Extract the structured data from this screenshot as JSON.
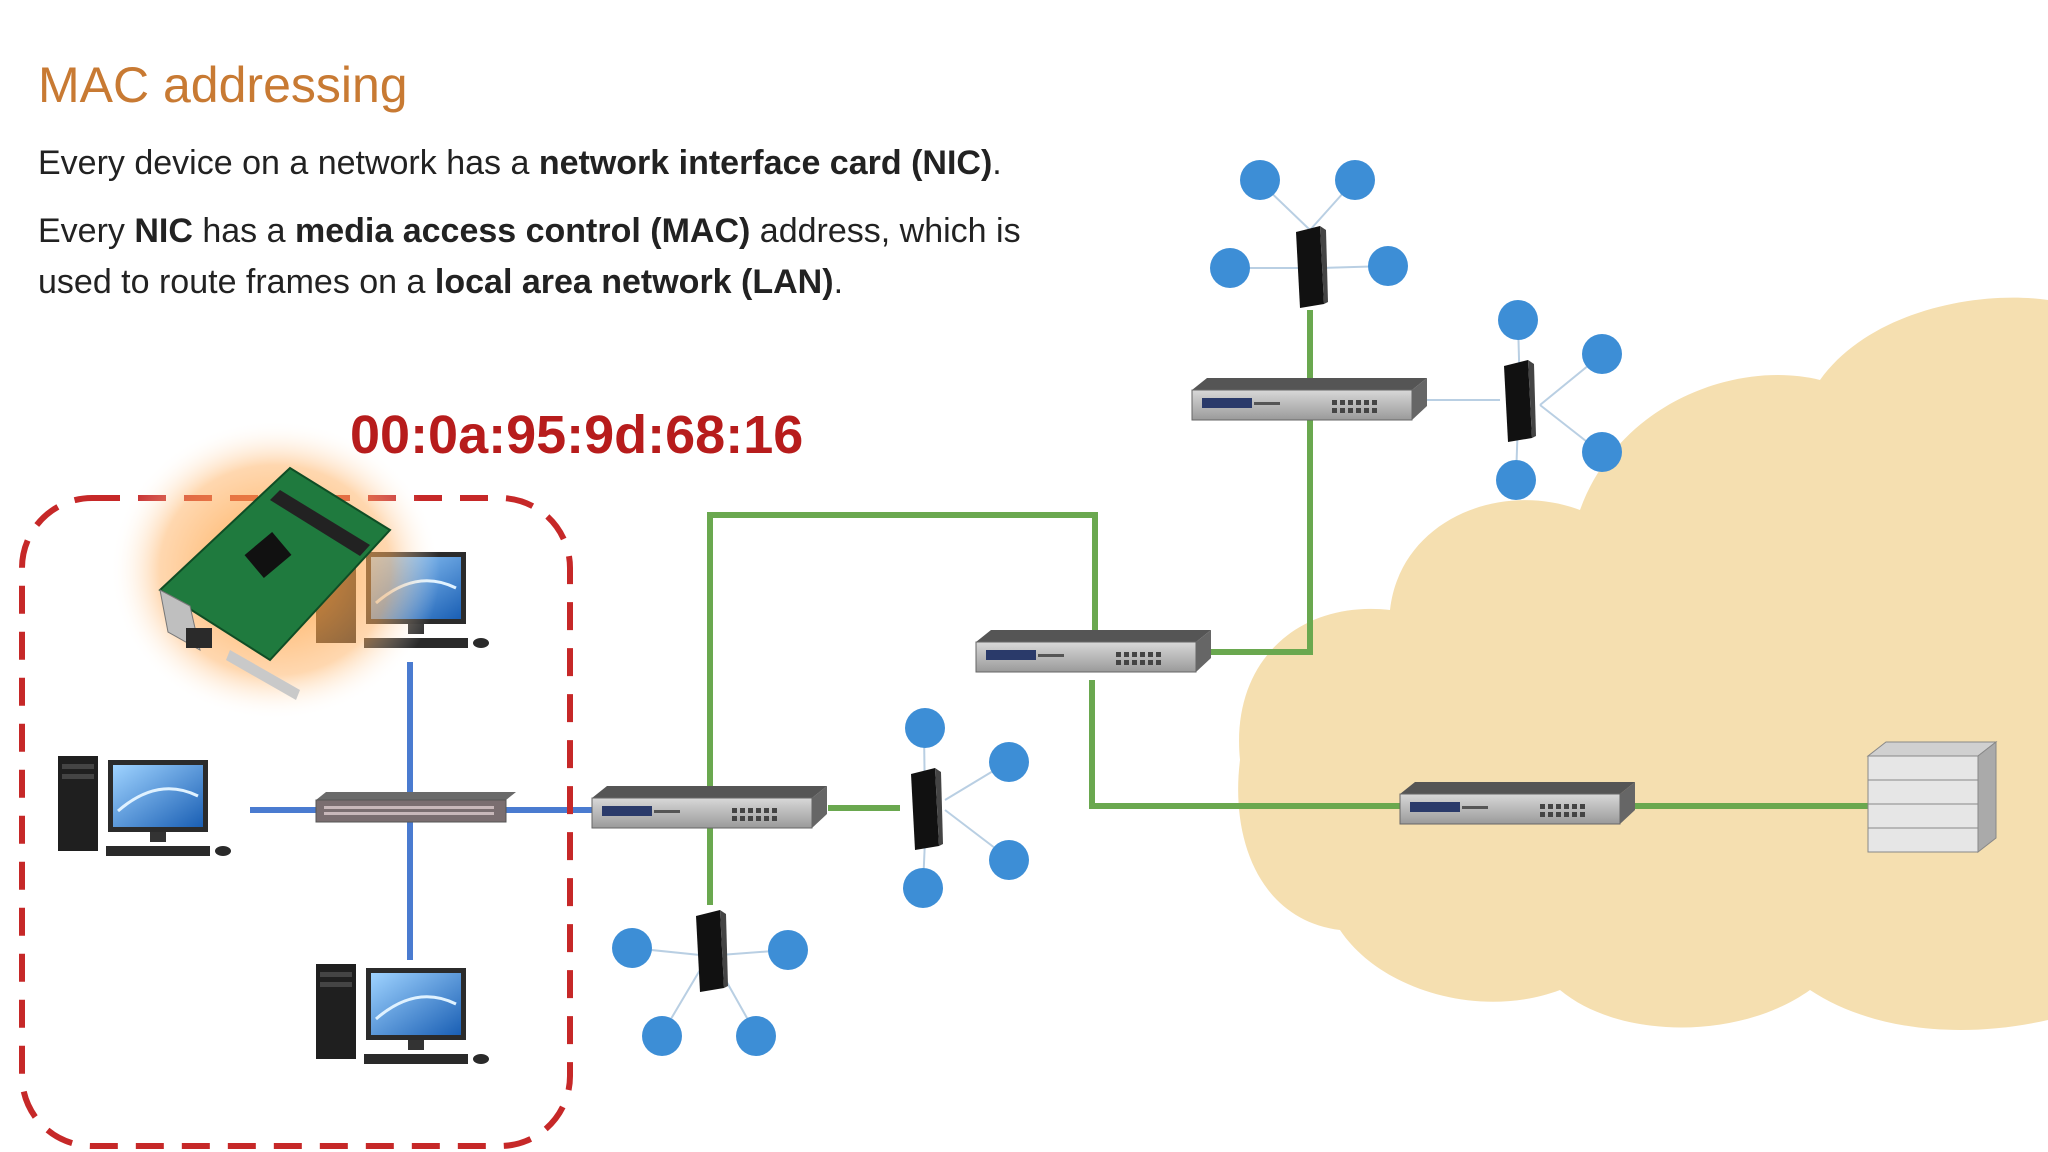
{
  "slide": {
    "title": "MAC addressing",
    "line1": {
      "before": "Every device on a network has a ",
      "bold": "network interface card (NIC)",
      "after": "."
    },
    "line2": {
      "t1": "Every ",
      "b1": "NIC",
      "t2": " has a ",
      "b2": "media access control (MAC)",
      "t3": " address, which is used to route frames on a ",
      "b3": "local area network (LAN)",
      "t4": "."
    },
    "mac_address": "00:0a:95:9d:68:16"
  },
  "colors": {
    "title": "#c87a33",
    "mac": "#b71c1c",
    "lan_link": "#4a7bd0",
    "wan_link": "#6aa84f",
    "node": "#3d8ed6",
    "cloud": "#f5dfb0",
    "dashed_border": "#c62828"
  },
  "icons": [
    "nic-card-icon",
    "desktop-computer-icon",
    "lan-switch-icon",
    "router-icon",
    "wireless-access-point-icon",
    "server-stack-icon",
    "cloud-shape"
  ]
}
